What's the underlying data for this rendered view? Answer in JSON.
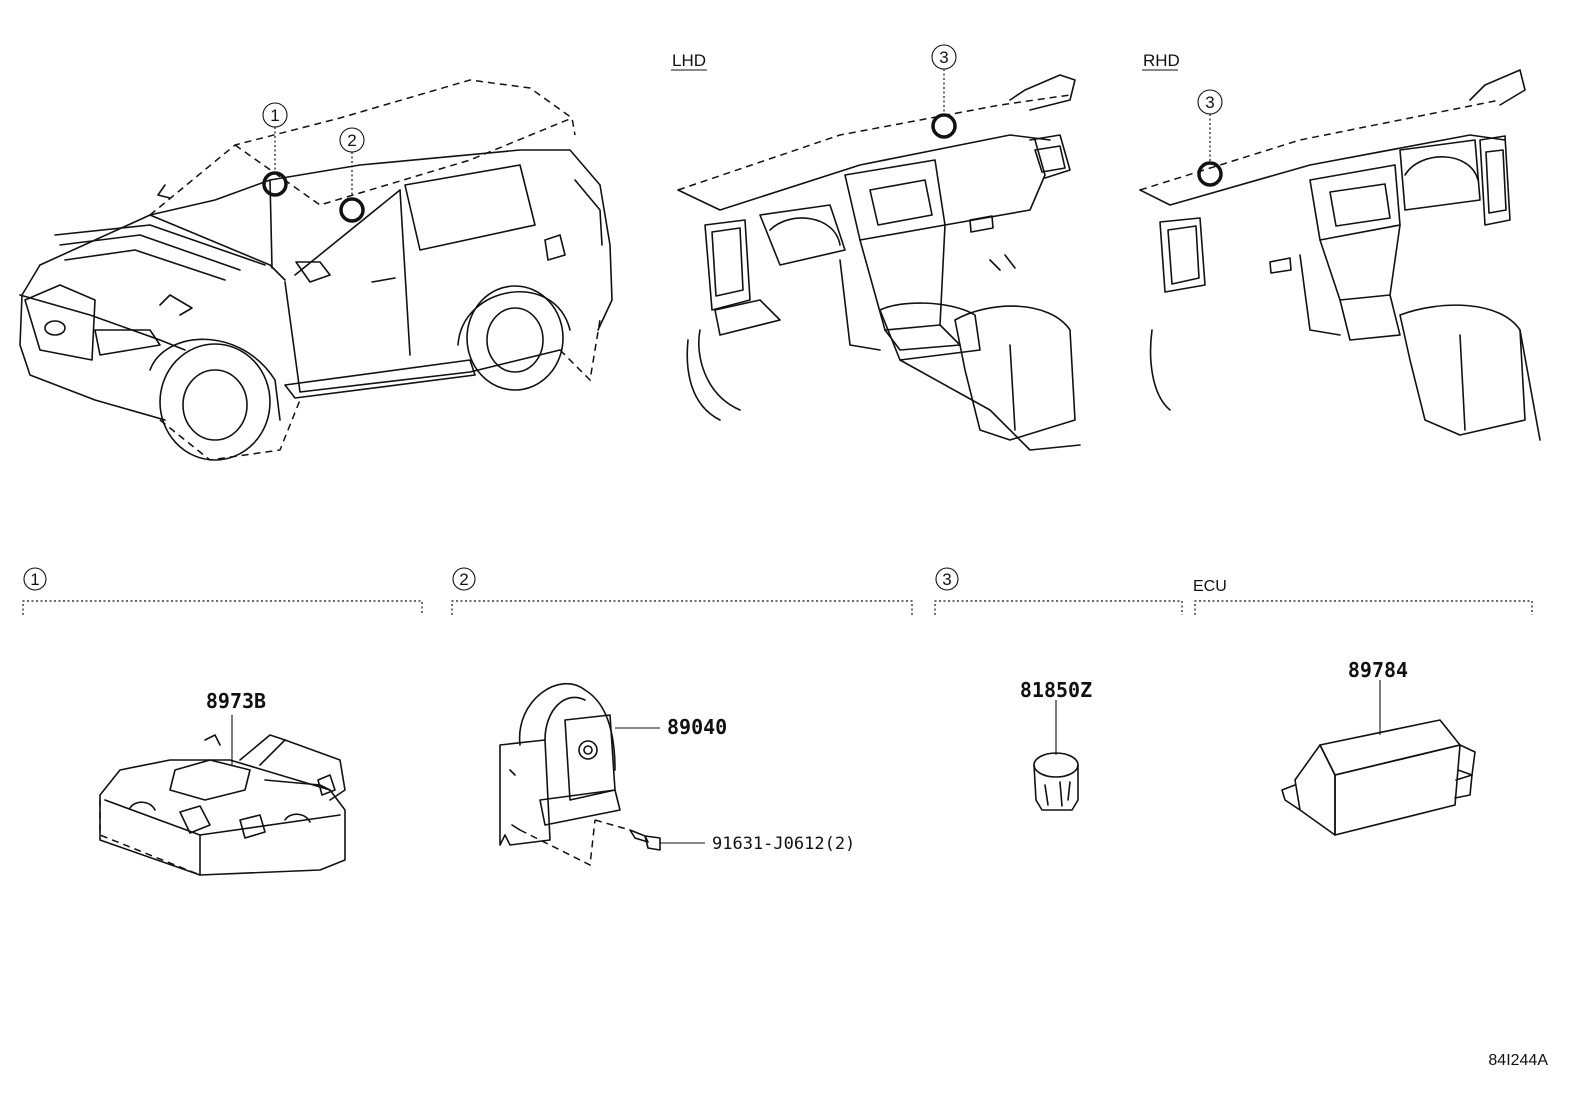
{
  "views": {
    "lhd_label": "LHD",
    "rhd_label": "RHD"
  },
  "callouts": {
    "c1": "1",
    "c2": "2",
    "c3": "3"
  },
  "sections": [
    {
      "marker": "1",
      "part": "8973B"
    },
    {
      "marker": "2",
      "part": "89040",
      "fastener": "91631-J0612(2)"
    },
    {
      "marker": "3",
      "part": "81850Z"
    },
    {
      "title": "ECU",
      "part": "89784"
    }
  ],
  "diagram_code": "84I244A"
}
